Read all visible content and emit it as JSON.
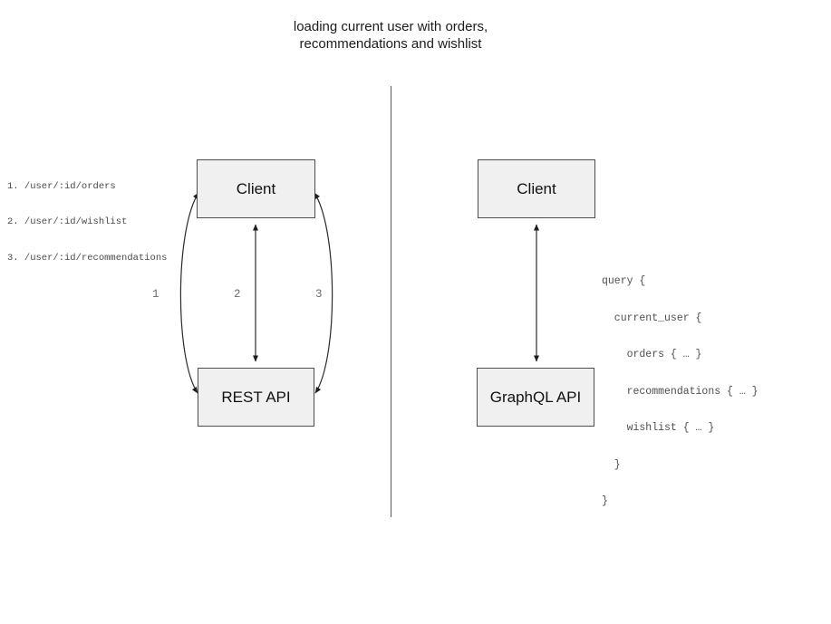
{
  "title": {
    "line1": "loading current user with orders,",
    "line2": "recommendations and wishlist"
  },
  "left_panel": {
    "endpoints": [
      "1. /user/:id/orders",
      "2. /user/:id/wishlist",
      "3. /user/:id/recommendations"
    ],
    "client_box_label": "Client",
    "api_box_label": "REST API",
    "arrow_labels": [
      "1",
      "2",
      "3"
    ]
  },
  "right_panel": {
    "client_box_label": "Client",
    "api_box_label": "GraphQL API",
    "query_lines": [
      "query {",
      "  current_user {",
      "    orders { … }",
      "    recommendations { … }",
      "    wishlist { … }",
      "  }",
      "}"
    ]
  },
  "colors": {
    "box_fill": "#f0f0f0",
    "box_border": "#4d4d4d",
    "arrow": "#2b2b2b",
    "muted_text": "#4f4f4f",
    "divider": "#5a5a5a"
  }
}
